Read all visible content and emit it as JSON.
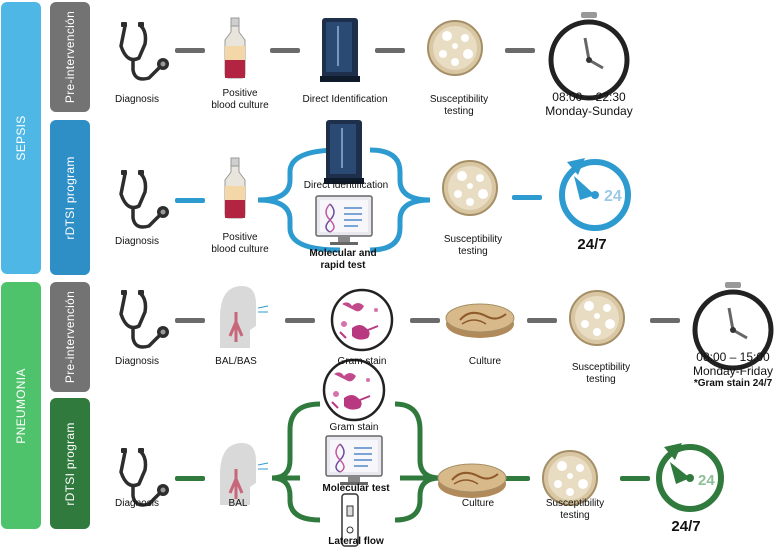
{
  "colors": {
    "sepsis_panel": "#4fb7e6",
    "sepsis_program": "#2e8fc6",
    "pneumonia_panel": "#4fc26c",
    "pneumonia_program": "#2f7a3c",
    "pre_panel": "#737373",
    "connector_gray": "#6b6b6b",
    "connector_blue": "#2e9bd0",
    "connector_green": "#2f7a3c"
  },
  "sepsis": {
    "label": "SEPSIS",
    "pre": {
      "label": "Pre-intervención",
      "steps": [
        "Diagnosis",
        "Positive\nblood culture",
        "Direct Identification",
        "Susceptibility\ntesting"
      ],
      "hours": "08:00 – 22:30",
      "days": "Monday-Sunday"
    },
    "program": {
      "label": "rDTSI program",
      "steps": [
        "Diagnosis",
        "Positive\nblood culture",
        "Direct identification",
        "Molecular and\nrapid test",
        "Susceptibility\ntesting"
      ],
      "clock_number": "24",
      "availability": "24/7"
    }
  },
  "pneumonia": {
    "label": "PNEUMONIA",
    "pre": {
      "label": "Pre-intervención",
      "steps": [
        "Diagnosis",
        "BAL/BAS",
        "Gram stain",
        "Culture",
        "Susceptibility\ntesting"
      ],
      "hours": "08:00 – 15:00",
      "days": "Monday-Friday",
      "note": "*Gram stain 24/7"
    },
    "program": {
      "label": "rDTSI program",
      "steps": [
        "Diagnosis",
        "BAL",
        "Gram stain",
        "Molecular test",
        "Lateral flow",
        "Culture",
        "Susceptibility\ntesting"
      ],
      "clock_number": "24",
      "availability": "24/7"
    }
  },
  "icons": [
    "stethoscope-icon",
    "blood-culture-bottle-icon",
    "analyzer-instrument-icon",
    "petri-dish-icon",
    "clock-icon",
    "clock-24-icon",
    "computer-dna-icon",
    "lungs-bronchoscopy-icon",
    "gram-stain-microscopy-icon",
    "culture-plate-icon",
    "lateral-flow-test-icon"
  ]
}
